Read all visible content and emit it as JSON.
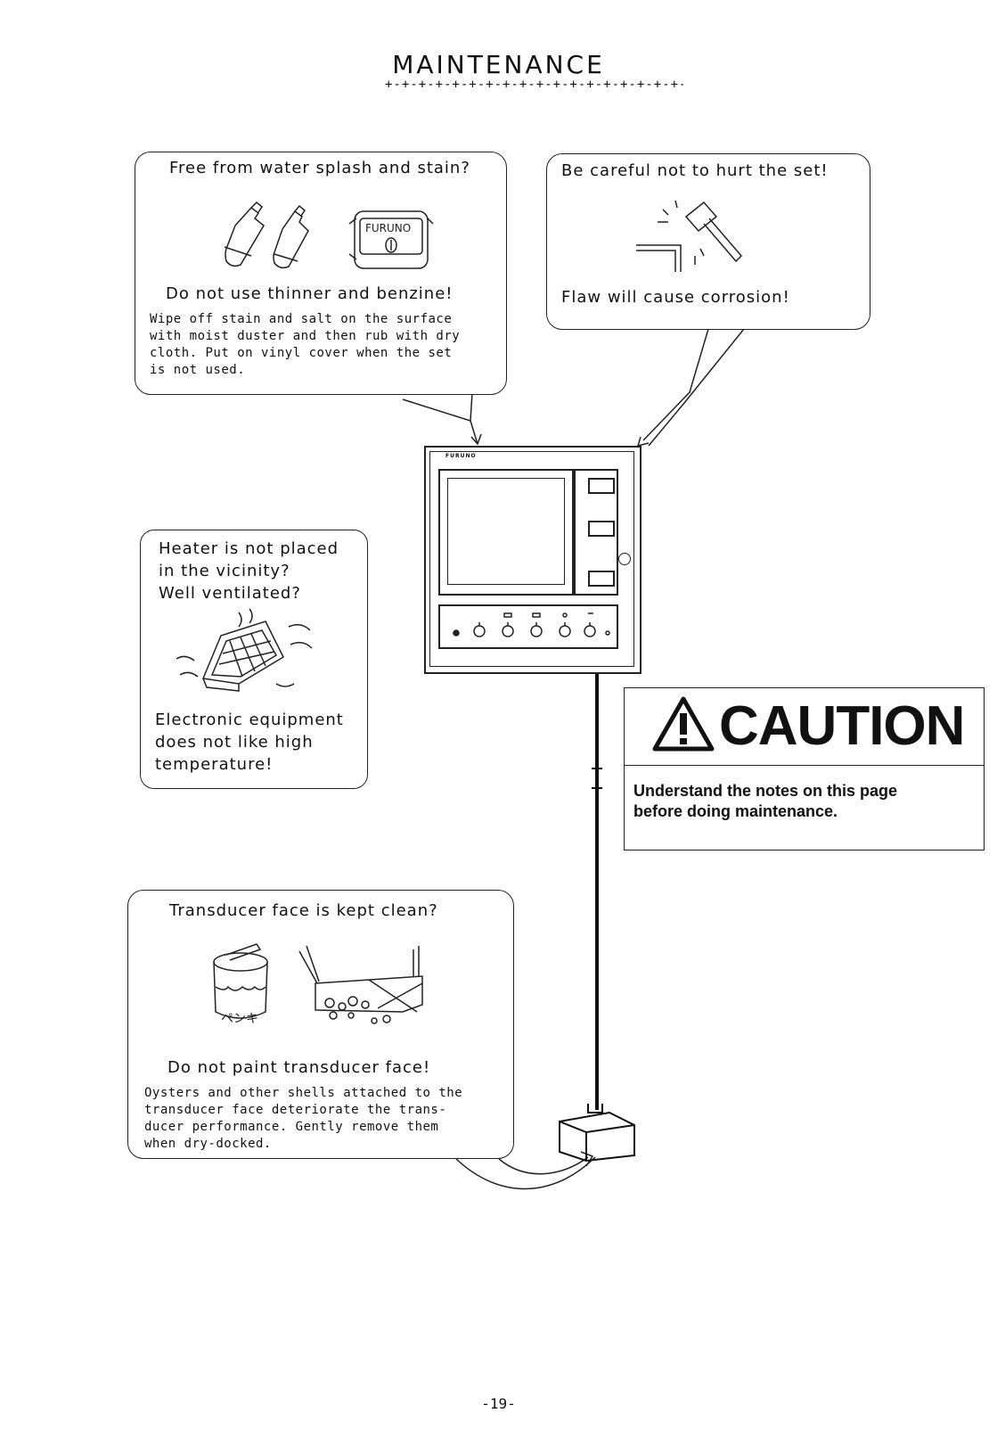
{
  "page": {
    "title": "MAINTENANCE",
    "title_rule": "+-+-+-+-+-+-+-+-+-+-+-+-+-+-+-+-+-+-+-+-+-+",
    "page_number": "-19-"
  },
  "bubble_water": {
    "heading": "Free from water splash and stain?",
    "bottle_brand": "FURUNO",
    "warning": "Do not use thinner and benzine!",
    "body": [
      "Wipe off stain and salt on the surface",
      "with moist duster and then rub with dry",
      "cloth.  Put on vinyl cover when the set",
      "is not used."
    ]
  },
  "bubble_careful": {
    "heading": "Be careful not to hurt the set!",
    "warning": "Flaw will cause corrosion!"
  },
  "bubble_heater": {
    "lines_top": [
      "Heater is not placed",
      "in the vicinity?",
      "Well ventilated?"
    ],
    "lines_bottom": [
      "Electronic equipment",
      "does not like high",
      "temperature!"
    ]
  },
  "device": {
    "brand": "FURUNO"
  },
  "caution": {
    "word": "CAUTION",
    "text": [
      "Understand the notes on this page",
      "before doing maintenance."
    ]
  },
  "bubble_transducer": {
    "heading": "Transducer face is kept clean?",
    "paint_can_label": "ペンキ",
    "warning": "Do not paint transducer face!",
    "body": [
      "Oysters and other shells attached to the",
      "transducer face deteriorate the trans-",
      "ducer performance.  Gently remove them",
      "when dry-docked."
    ]
  }
}
